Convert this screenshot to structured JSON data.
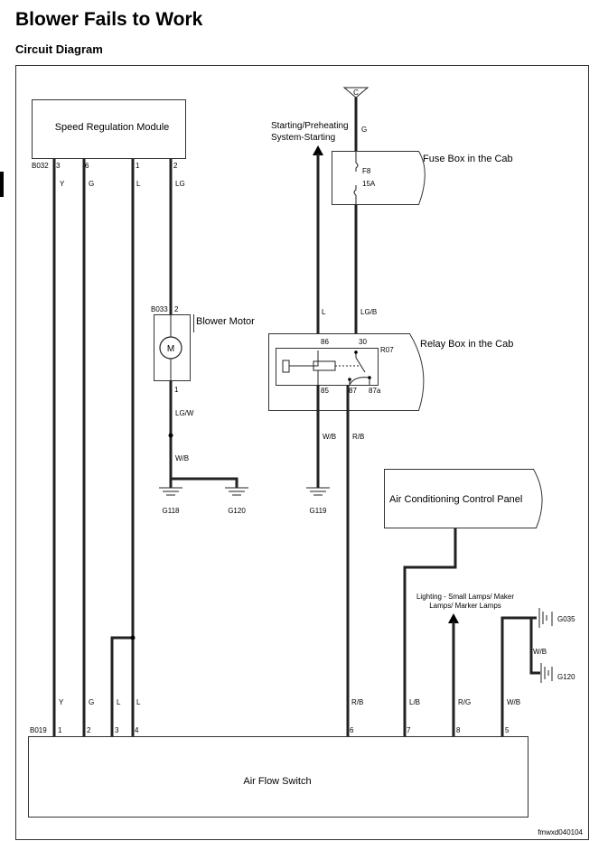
{
  "header": {
    "title": "Blower Fails to Work",
    "subtitle": "Circuit Diagram"
  },
  "components": {
    "speed_module": "Speed Regulation Module",
    "blower_motor": "Blower Motor",
    "motor_symbol": "M",
    "fuse_box": "Fuse Box in the Cab",
    "relay_box": "Relay Box in the Cab",
    "ac_panel": "Air Conditioning Control Panel",
    "airflow_switch": "Air Flow Switch",
    "starting_1": "Starting/Preheating",
    "starting_2": "System-Starting",
    "lighting_1": "Lighting - Small Lamps/ Maker",
    "lighting_2": "Lamps/ Marker Lamps"
  },
  "connectors": {
    "b032": "B032",
    "b033": "B033",
    "b019": "B019",
    "c": "C",
    "r07": "R07",
    "f8": "F8",
    "f8_rating": "15A"
  },
  "pins": {
    "b032": [
      "3",
      "6",
      "1",
      "2"
    ],
    "b033_top": "2",
    "b033_bottom": "1",
    "relay": [
      "86",
      "30",
      "85",
      "87",
      "87a"
    ],
    "b019": [
      "1",
      "2",
      "3",
      "4",
      "6",
      "7",
      "8",
      "5"
    ]
  },
  "wires": {
    "b032": [
      "Y",
      "G",
      "L",
      "LG"
    ],
    "lgw": "LG/W",
    "wb_motor": "W/B",
    "fuse_in": "G",
    "relay_l": "L",
    "relay_lgb": "LG/B",
    "relay_wb": "W/B",
    "relay_rb": "R/B",
    "b019": [
      "Y",
      "G",
      "L",
      "L",
      "R/B",
      "L/B",
      "R/G",
      "W/B"
    ],
    "wb_right": "W/B"
  },
  "grounds": [
    "G118",
    "G120",
    "G119",
    "G035",
    "G120"
  ],
  "figure_id": "fmwxd040104"
}
